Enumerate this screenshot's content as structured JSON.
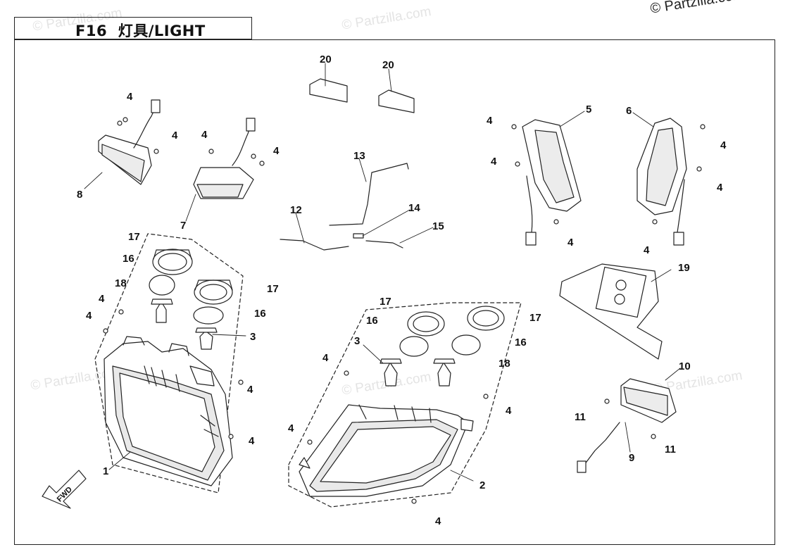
{
  "title": {
    "code": "F16",
    "text": "灯具/LIGHT"
  },
  "copyright": "© Partzilla.com",
  "watermark": "© Partzilla.com",
  "direction_label": "FWD",
  "callouts": [
    "1",
    "2",
    "3",
    "3",
    "4",
    "4",
    "4",
    "4",
    "4",
    "4",
    "4",
    "4",
    "4",
    "4",
    "4",
    "4",
    "4",
    "4",
    "4",
    "4",
    "4",
    "4",
    "5",
    "6",
    "7",
    "8",
    "9",
    "10",
    "11",
    "11",
    "12",
    "13",
    "14",
    "15",
    "16",
    "16",
    "16",
    "16",
    "17",
    "17",
    "17",
    "17",
    "18",
    "18",
    "19",
    "20",
    "20"
  ]
}
